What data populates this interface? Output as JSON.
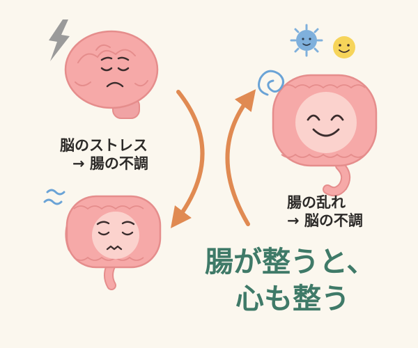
{
  "captions": {
    "brain_stress": {
      "line1": "脳のストレス",
      "line2": "→ 腸の不調"
    },
    "gut_disorder": {
      "line1": "腸の乱れ",
      "line2": "→ 脳の不調"
    }
  },
  "headline": {
    "line1": "腸が整うと、",
    "line2": "心も整う"
  },
  "colors": {
    "background": "#fbf7ee",
    "organ_pink": "#f6a9a8",
    "organ_outline": "#e58d8c",
    "arrow_orange": "#e08a52",
    "headline_green": "#3f7a68",
    "text_dark": "#2c2a28",
    "lightning_gray": "#9a9a9a",
    "squiggle_blue": "#6aa3d6",
    "germ_blue": "#7fb0dc",
    "smiley_yellow": "#f6d45a"
  },
  "icons": [
    "lightning-icon",
    "worried-brain-icon",
    "sad-intestine-icon",
    "stress-squiggle-icon",
    "happy-intestine-icon",
    "spiral-icon",
    "germ-icon",
    "smiley-icon",
    "cycle-arrow-icon"
  ]
}
